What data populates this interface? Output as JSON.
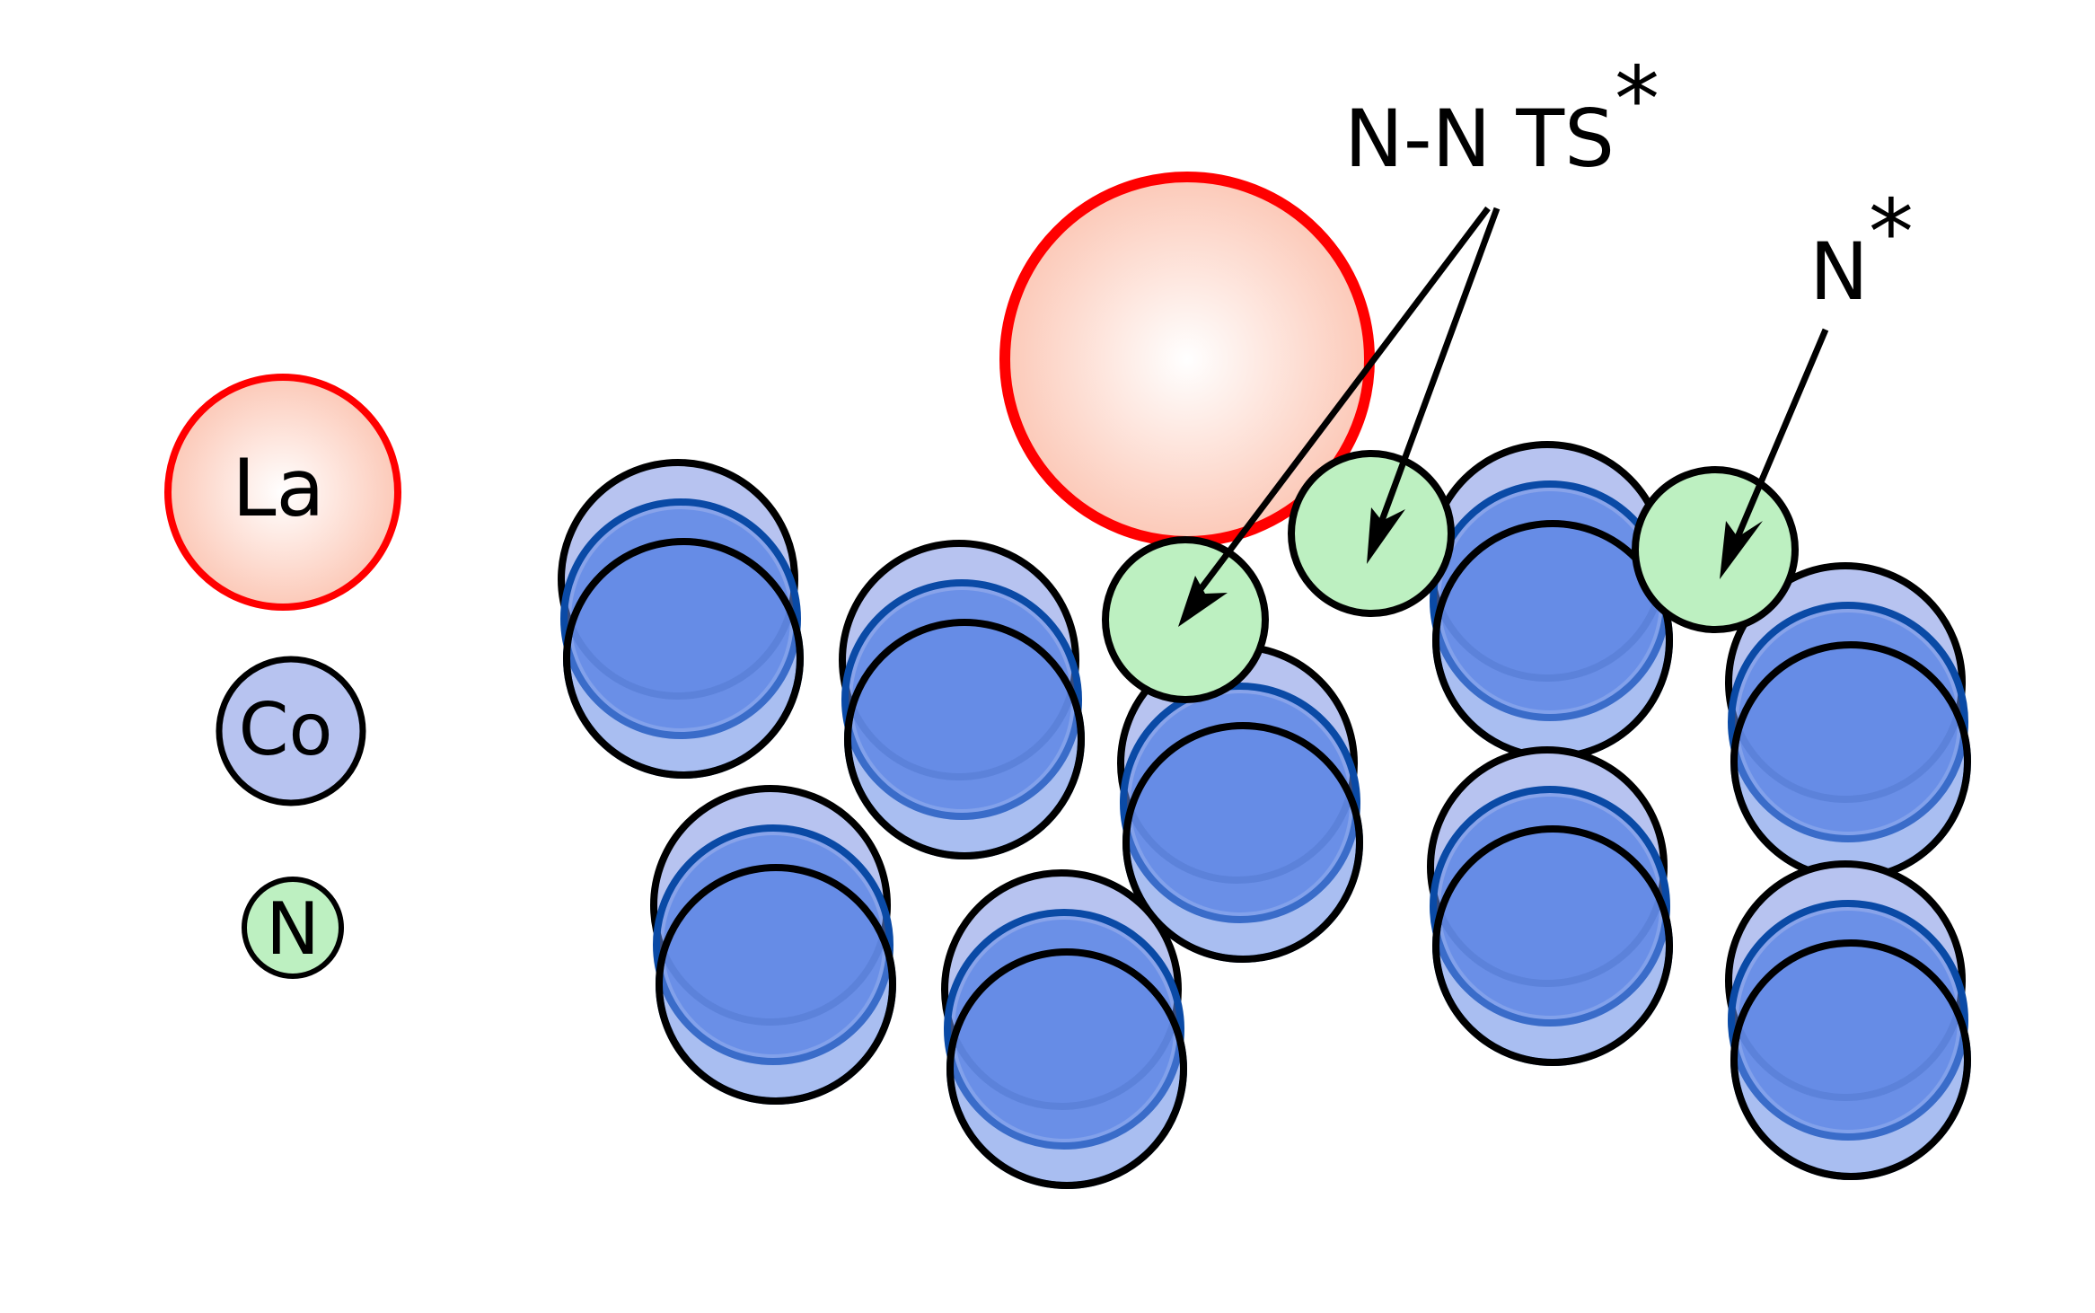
{
  "legend": {
    "items": [
      {
        "key": "la",
        "label": "La",
        "fill": "#fcc9b8",
        "stroke": "#ff0000"
      },
      {
        "key": "co",
        "label": "Co",
        "fill": "#b7c3f0",
        "stroke": "#000000"
      },
      {
        "key": "n",
        "label": "N",
        "fill": "#bdf0c1",
        "stroke": "#000000"
      }
    ]
  },
  "annotations": {
    "nn_ts": {
      "text": "N-N TS",
      "sup": "*"
    },
    "n_star": {
      "text": "N",
      "sup": "*"
    }
  },
  "colors": {
    "la_fill": "#fcc9b8",
    "la_stroke": "#ff0000",
    "co_fill": "#b7c3f0",
    "co_overlap": "#6289e6",
    "co_overlap_edge": "#0a4aa6",
    "n_fill": "#bdf0c1",
    "n_overlap_edge": "#007a00",
    "outline": "#000000"
  }
}
